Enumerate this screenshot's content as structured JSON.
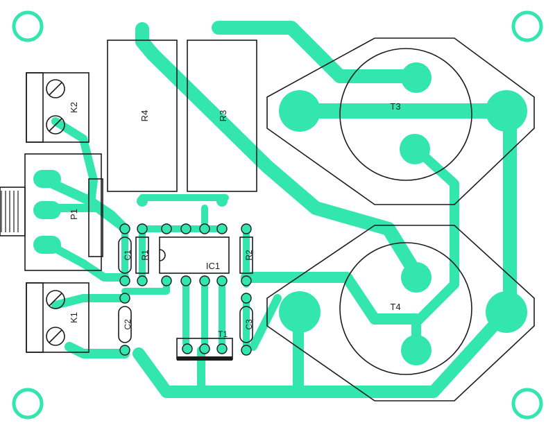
{
  "labels": {
    "r4": "R4",
    "r3": "R3",
    "t3": "T3",
    "t4": "T4",
    "k2": "K2",
    "k1": "K1",
    "p1": "P1",
    "c1": "C1",
    "r1": "R1",
    "ic1": "IC1",
    "r2": "R2",
    "c2": "C2",
    "c3": "C3",
    "t1": "T1"
  },
  "colors": {
    "copper": "#33e6ad",
    "silkscreen": "#1b1b1b",
    "board": "#ffffff"
  }
}
